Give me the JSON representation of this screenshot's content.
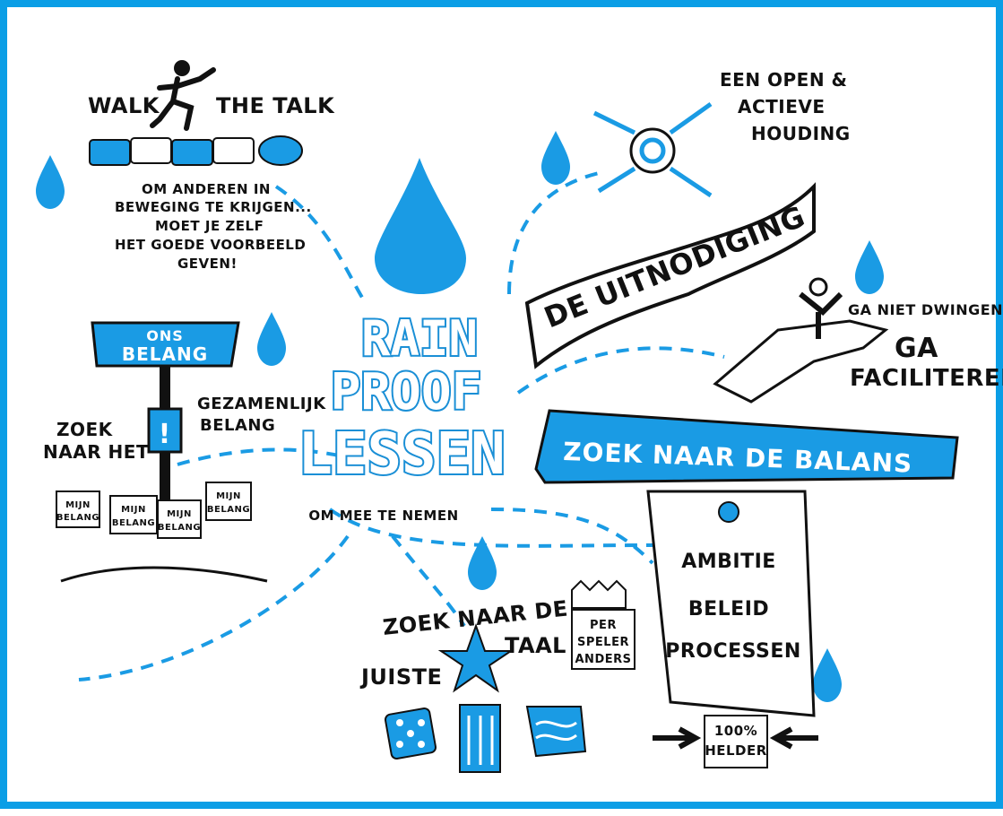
{
  "colors": {
    "accent": "#0b9ee6",
    "drop": "#1a9be4",
    "ink": "#111111"
  },
  "center": {
    "line1": "RAIN",
    "line2": "PROOF",
    "line3": "LESSEN",
    "sub": "OM MEE TE NEMEN"
  },
  "walk": {
    "left": "WALK",
    "right": "THE TALK",
    "text": [
      "OM ANDEREN IN",
      "BEWEGING TE KRIJGEN...",
      "MOET JE ZELF",
      "HET GOEDE VOORBEELD",
      "GEVEN!"
    ]
  },
  "belang": {
    "sign1": "ONS",
    "sign2": "BELANG",
    "zoek": [
      "ZOEK",
      "NAAR HET"
    ],
    "gez": [
      "GEZAMENLIJK",
      "BELANG"
    ],
    "mijn1": "MIJN",
    "mijn2": "BELANG"
  },
  "uitnodiging": {
    "open": [
      "EEN OPEN &",
      "ACTIEVE",
      "HOUDING"
    ],
    "banner": "DE UITNODIGING",
    "niet": "GA NIET DWINGEN",
    "ga": "GA",
    "fac": "FACILITEREN!"
  },
  "balans": {
    "banner": "ZOEK NAAR DE BALANS",
    "steps": [
      "AMBITIE",
      "BELEID",
      "PROCESSEN"
    ],
    "tag1": "100%",
    "tag2": "HELDER"
  },
  "taal": {
    "line1": "ZOEK NAAR DE",
    "juiste": "JUISTE",
    "taal": "TAAL",
    "per": [
      "PER",
      "SPELER",
      "ANDERS"
    ]
  }
}
